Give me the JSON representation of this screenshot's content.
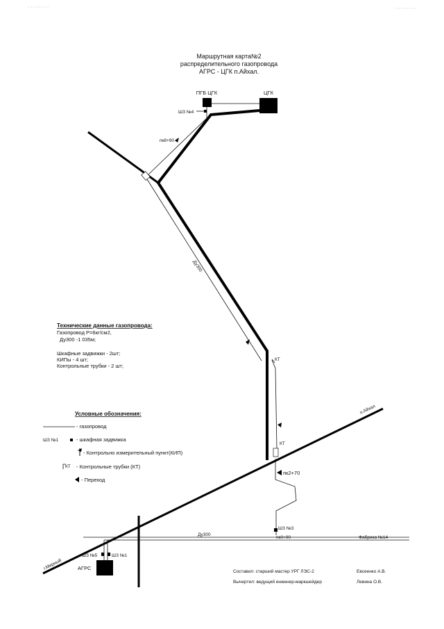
{
  "title": {
    "line1": "Маршрутная карта№2",
    "line2": "распределительного газопровода",
    "line3": "АГРС - ЦГК п.Айхал."
  },
  "nodes": {
    "pgb": "ПГБ ЦГК",
    "cgk": "ЦГК",
    "agrs": "АГРС"
  },
  "labels": {
    "sz4": "ШЗ №4",
    "pk890": "пк8+90",
    "du300_diag": "Ду300",
    "kt1": "КТ",
    "kt2": "КТ",
    "pk270": "пк2+70",
    "sz3": "ШЗ №3",
    "pk000": "пк0+00",
    "du300_h": "Ду300",
    "fabrika": "Фабрика №14",
    "aikhal": "п.Айхал",
    "mirny": "г.Мирный",
    "sz5": "ШЗ №5",
    "sz1": "ШЗ №1"
  },
  "tech": {
    "heading": "Технические данные газопровода:",
    "lines": [
      "Газопровод Р=6кг/см2,",
      "Ду300 -1 035м;",
      "",
      "Шкафные задвижки - 2шт;",
      "КИПы - 4 шт;",
      "Контрольные трубки - 2 шт;"
    ]
  },
  "legend": {
    "heading": "Условные обозначения:",
    "items": [
      {
        "symbol": "",
        "text": "- газопровод"
      },
      {
        "symbol": "ШЗ №1",
        "text": "- шкафная задвижка"
      },
      {
        "symbol": "",
        "text": "- Контрольно измерительный пункт(КИП)"
      },
      {
        "symbol": "КТ",
        "text": "- Контрольные трубки (КТ)"
      },
      {
        "symbol": "",
        "text": "- Переход"
      }
    ]
  },
  "footer": {
    "compiled_label": "Составил: старший мастер УРГ ЛЭС-2",
    "compiled_name": "Евсеенко А.В.",
    "drawn_label": "Вычертил: ведущий инженер-маркшейдер",
    "drawn_name": "Левина О.В."
  }
}
